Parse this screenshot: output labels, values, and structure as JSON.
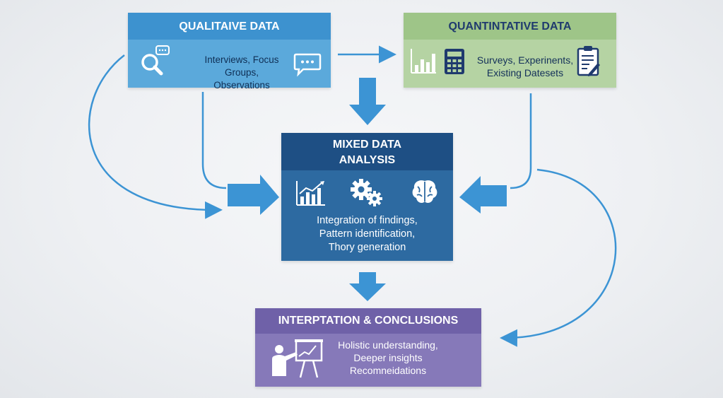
{
  "qualitative": {
    "title": "QUALITAIVE DATA",
    "line1": "Interviews, Focus Groups,",
    "line2": "Observations"
  },
  "quantitative": {
    "title": "QUANTINTATIVE DATA",
    "line1": "Surveys, Experinents,",
    "line2": "Existing Datesets"
  },
  "mixed": {
    "title_line1": "MIXED DATA",
    "title_line2": "ANALYSIS",
    "line1": "Integration of findings,",
    "line2": "Pattern identification,",
    "line3": "Thory generation"
  },
  "interpretation": {
    "title": "INTERPTATION & CONCLUSIONS",
    "line1": "Holistic understanding,",
    "line2": "Deeper insights",
    "line3": "Recomneidations"
  },
  "icons": {
    "qualitative": [
      "search-chat-icon",
      "speech-bubble-icon"
    ],
    "quantitative": [
      "bar-chart-icon",
      "calculator-icon",
      "clipboard-icon"
    ],
    "mixed": [
      "line-chart-icon",
      "gears-icon",
      "brain-icon"
    ],
    "interpretation": [
      "presentation-icon"
    ]
  },
  "colors": {
    "qualitative_header": "#3d92cf",
    "qualitative_body": "#5ba9db",
    "quantitative_header": "#9ec588",
    "quantitative_body": "#b5d3a3",
    "mixed_header": "#1e4f84",
    "mixed_body": "#2d6aa1",
    "interpretation_header": "#6f61a8",
    "interpretation_body": "#8679b9",
    "arrow": "#3c94d4"
  }
}
